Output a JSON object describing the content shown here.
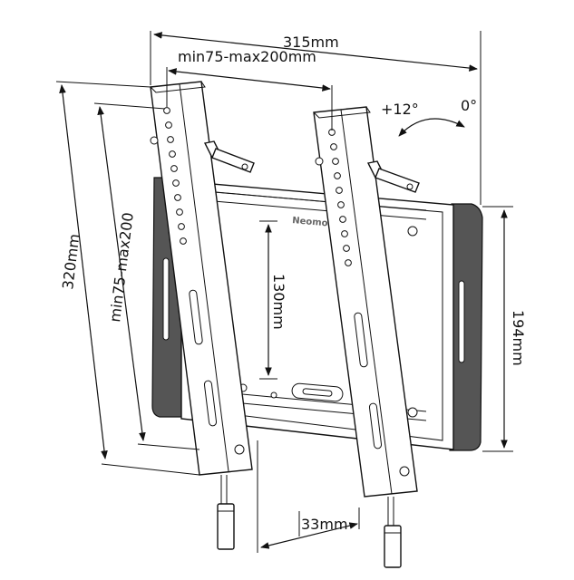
{
  "diagram": {
    "brand_text": "Neomo",
    "dimensions": {
      "overall_width": "315mm",
      "vesa_horizontal": "min75-max200mm",
      "overall_height": "320mm",
      "vesa_vertical": "min75-max200",
      "center_height": "130mm",
      "plate_height": "194mm",
      "depth": "33mm"
    },
    "tilt": {
      "max_label": "+12°",
      "min_label": "0°"
    }
  }
}
